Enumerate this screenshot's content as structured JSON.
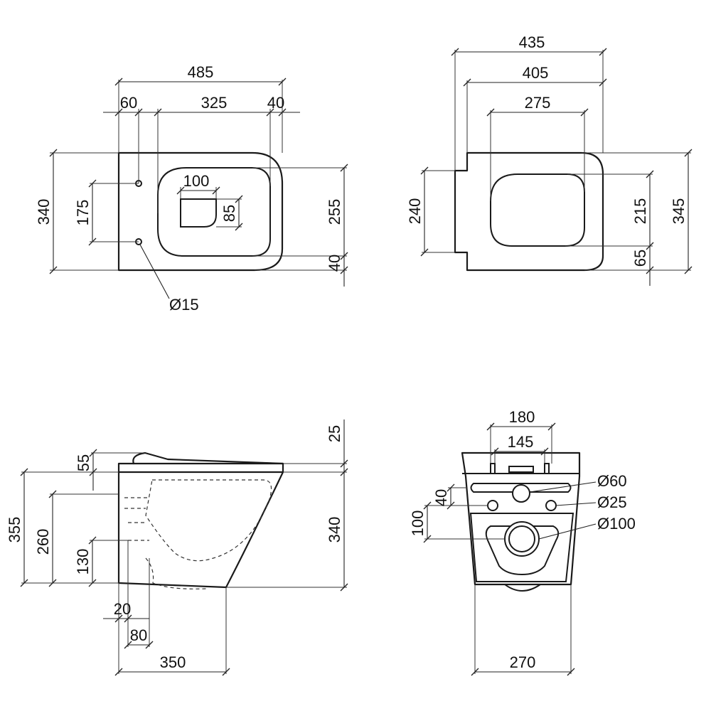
{
  "views": {
    "top": {
      "overall_length": "485",
      "rear_offset": "60",
      "seat_length": "325",
      "front_margin": "40",
      "overall_width": "340",
      "hole_spacing": "175",
      "outlet_width": "100",
      "outlet_depth": "85",
      "inner_width": "255",
      "side_margin": "40",
      "hole_diameter": "Ø15"
    },
    "seat": {
      "overall_length": "435",
      "lid_length": "405",
      "lid_inner": "275",
      "rear_width": "240",
      "lid_width": "215",
      "overall_width": "345",
      "front_offset": "65"
    },
    "side": {
      "seat_thickness": "25",
      "hinge_height": "55",
      "overall_height": "355",
      "body_height": "340",
      "outlet_height": "260",
      "inlet_height": "130",
      "wall_gap": "20",
      "inlet_offset": "80",
      "body_depth": "350"
    },
    "back": {
      "bolt_span": "180",
      "bolt_spacing": "145",
      "inlet_diameter": "Ø60",
      "fix_diameter": "Ø25",
      "outlet_diameter": "Ø100",
      "fix_height": "40",
      "outlet_height": "100",
      "base_width": "270"
    }
  }
}
